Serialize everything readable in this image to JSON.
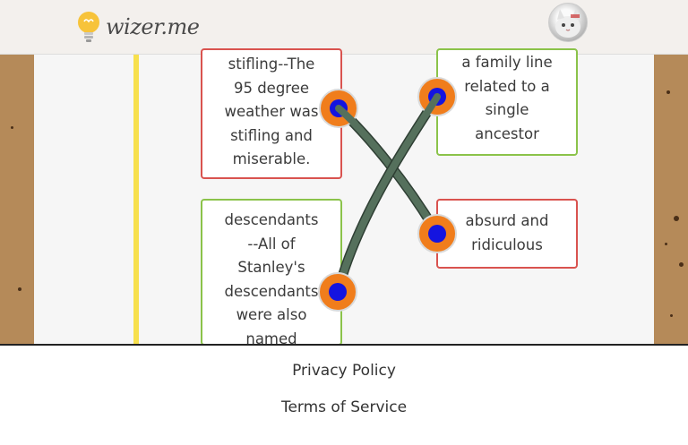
{
  "header": {
    "brand": "wizer.me",
    "logo_icon": "lightbulb-icon",
    "avatar_icon": "cat-avatar-icon"
  },
  "matching": {
    "left_cards": [
      {
        "text": "stifling--The 95 degree weather was stifling and miserable.",
        "lines": [
          "stifling--The",
          "95 degree",
          "weather was",
          "stifling and",
          "miserable."
        ]
      },
      {
        "text": "descendants --All of Stanley's descendants were also named",
        "lines": [
          "descendants",
          "--All of",
          "Stanley's",
          "descendants",
          "were also",
          "named"
        ]
      }
    ],
    "right_cards": [
      {
        "text": "a family line related to a single ancestor",
        "lines": [
          "a family line",
          "related to a",
          "single",
          "ancestor"
        ]
      },
      {
        "text": "absurd and ridiculous",
        "lines": [
          "absurd and",
          "ridiculous"
        ]
      }
    ],
    "connections": [
      {
        "from": "stifling",
        "to": "absurd and ridiculous"
      },
      {
        "from": "descendants",
        "to": "a family line related to a single ancestor"
      }
    ]
  },
  "footer": {
    "privacy": "Privacy Policy",
    "terms": "Terms of Service"
  },
  "colors": {
    "dot_outer": "#f07d1c",
    "dot_inner": "#1414e0",
    "rope": "#55705c",
    "card_wrong": "#d9534f",
    "card_right": "#8bc34a"
  }
}
